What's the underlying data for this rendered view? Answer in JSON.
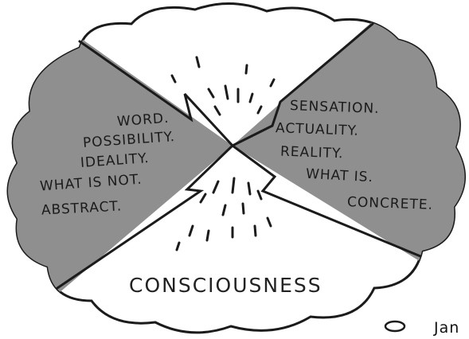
{
  "left_terms": [
    "WORD.",
    "POSSIBILITY.",
    "IDEALITY.",
    "WHAT IS NOT.",
    "ABSTRACT."
  ],
  "right_terms": [
    "SENSATION.",
    "ACTUALITY.",
    "REALITY.",
    "WHAT IS.",
    "CONCRETE."
  ],
  "bottom_label": "CONSCIOUSNESS",
  "corner_text": "Jan",
  "colors": {
    "ink": "#1b1b1b",
    "gray_fill": "#8f8f8f",
    "paper": "#ffffff"
  }
}
